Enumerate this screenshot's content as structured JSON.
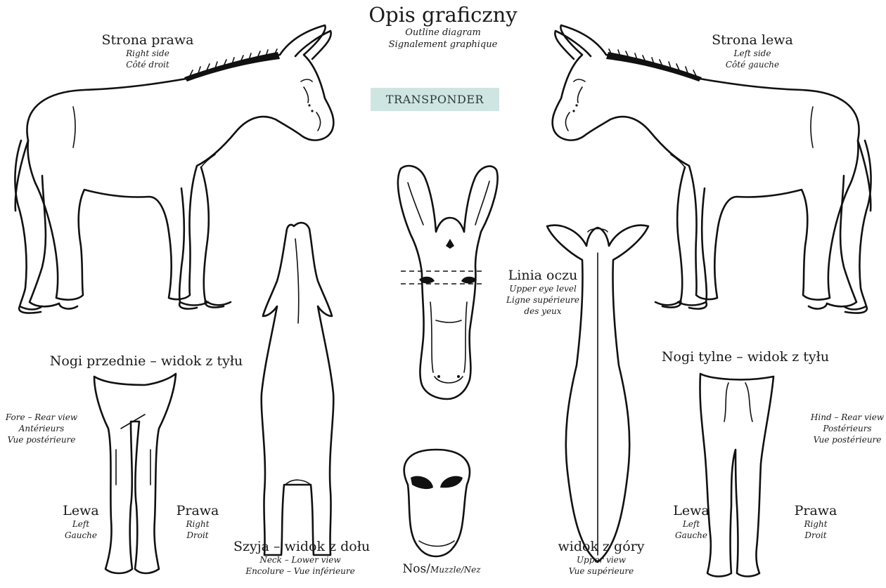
{
  "title": {
    "main": "Opis graficzny",
    "sub1": "Outline diagram",
    "sub2": "Signalement graphique"
  },
  "transponder": "TRANSPONDER",
  "right_side": {
    "main": "Strona prawa",
    "sub1": "Right side",
    "sub2": "Côté droit"
  },
  "left_side": {
    "main": "Strona lewa",
    "sub1": "Left side",
    "sub2": "Côté gauche"
  },
  "eye_line": {
    "main": "Linia oczu",
    "sub1": "Upper eye level",
    "sub2": "Ligne supérieure",
    "sub3": "des yeux"
  },
  "fore_legs": {
    "main": "Nogi przednie – widok z tyłu",
    "sub1": "Fore – Rear view",
    "sub2": "Antérieurs",
    "sub3": "Vue postérieure"
  },
  "hind_legs": {
    "main": "Nogi tylne – widok z tyłu",
    "sub1": "Hind – Rear view",
    "sub2": "Postérieurs",
    "sub3": "Vue postérieure"
  },
  "fore_left": {
    "main": "Lewa",
    "sub1": "Left",
    "sub2": "Gauche"
  },
  "fore_right": {
    "main": "Prawa",
    "sub1": "Right",
    "sub2": "Droit"
  },
  "hind_left": {
    "main": "Lewa",
    "sub1": "Left",
    "sub2": "Gauche"
  },
  "hind_right": {
    "main": "Prawa",
    "sub1": "Right",
    "sub2": "Droit"
  },
  "neck": {
    "main": "Szyja – widok z dołu",
    "sub1": "Neck – Lower view",
    "sub2": "Encolure – Vue inférieure"
  },
  "muzzle": {
    "main": "Nos/",
    "small": "Muzzle/Nez"
  },
  "top_view": {
    "main": "widok z góry",
    "sub1": "Upper view",
    "sub2": "Vue supérieure"
  }
}
